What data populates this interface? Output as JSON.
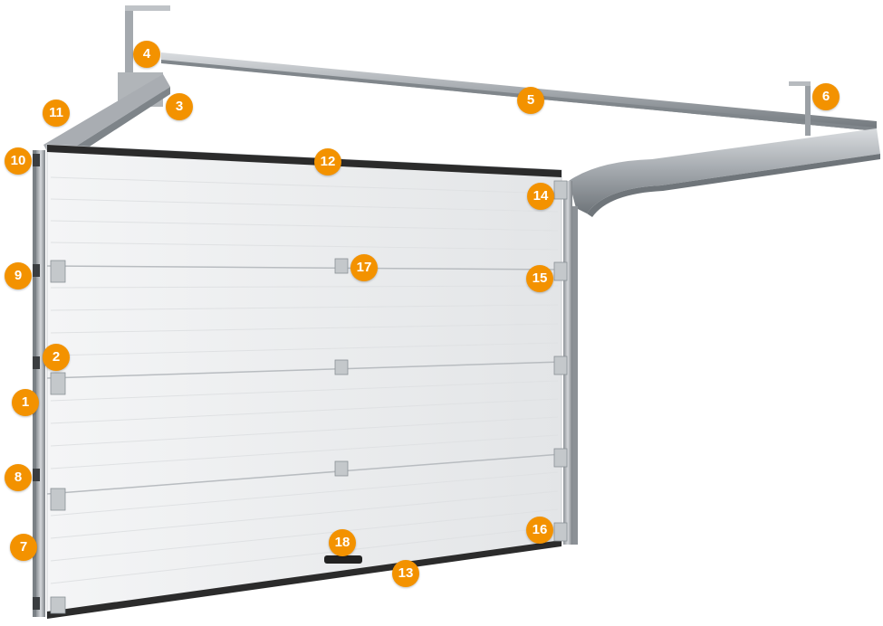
{
  "diagram": {
    "callouts": [
      {
        "id": "c1",
        "label": "1"
      },
      {
        "id": "c2",
        "label": "2"
      },
      {
        "id": "c3",
        "label": "3"
      },
      {
        "id": "c4",
        "label": "4"
      },
      {
        "id": "c5",
        "label": "5"
      },
      {
        "id": "c6",
        "label": "6"
      },
      {
        "id": "c7",
        "label": "7"
      },
      {
        "id": "c8",
        "label": "8"
      },
      {
        "id": "c9",
        "label": "9"
      },
      {
        "id": "c10",
        "label": "10"
      },
      {
        "id": "c11",
        "label": "11"
      },
      {
        "id": "c12",
        "label": "12"
      },
      {
        "id": "c13",
        "label": "13"
      },
      {
        "id": "c14",
        "label": "14"
      },
      {
        "id": "c15",
        "label": "15"
      },
      {
        "id": "c16",
        "label": "16"
      },
      {
        "id": "c17",
        "label": "17"
      },
      {
        "id": "c18",
        "label": "18"
      }
    ],
    "colors": {
      "callout": "#f39200",
      "panel": "#eceeef",
      "steel": "#a9adb1",
      "steel_dark": "#6e7378",
      "seal": "#2b2b2b"
    }
  }
}
